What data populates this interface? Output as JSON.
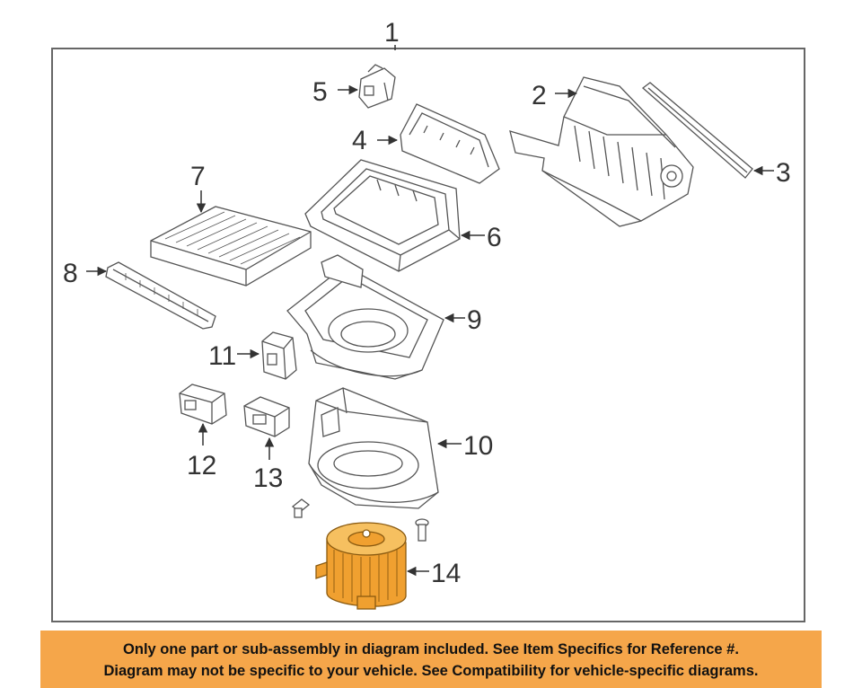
{
  "colors": {
    "line": "#555555",
    "fill": "#ffffff",
    "accent": "#f0a030",
    "accent_dark": "#8a5a10",
    "banner": "#f5a64a"
  },
  "callouts": {
    "c1": "1",
    "c2": "2",
    "c3": "3",
    "c4": "4",
    "c5": "5",
    "c6": "6",
    "c7": "7",
    "c8": "8",
    "c9": "9",
    "c10": "10",
    "c11": "11",
    "c12": "12",
    "c13": "13",
    "c14": "14"
  },
  "notice": {
    "line1": "Only one part or sub-assembly in diagram included. See Item Specifics for Reference #.",
    "line2": "Diagram may not be specific to your vehicle. See Compatibility for vehicle-specific diagrams."
  }
}
